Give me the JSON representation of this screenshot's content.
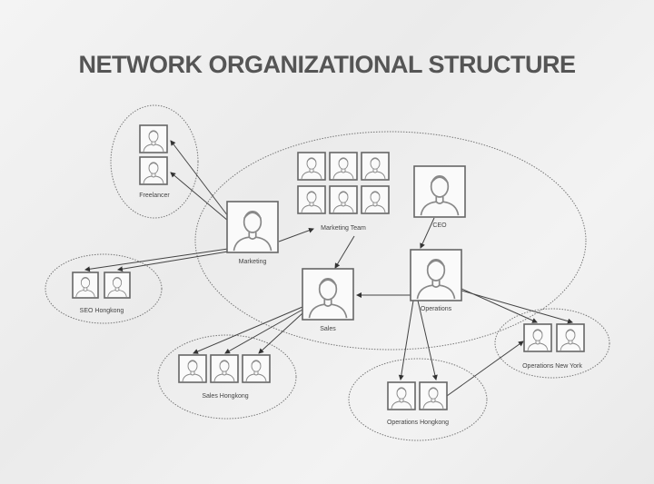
{
  "title": "NETWORK ORGANIZATIONAL STRUCTURE",
  "labels": {
    "freelancer": "Freelancer",
    "marketing": "Marketing",
    "marketing_team": "Marketing Team",
    "ceo": "CEO",
    "operations": "Operations",
    "sales": "Sales",
    "seo_hongkong": "SEO Hongkong",
    "sales_hongkong": "Sales Hongkong",
    "operations_hongkong": "Operations Hongkong",
    "operations_new_york": "Operations New York"
  },
  "colors": {
    "line": "#444444",
    "title": "#555555"
  }
}
